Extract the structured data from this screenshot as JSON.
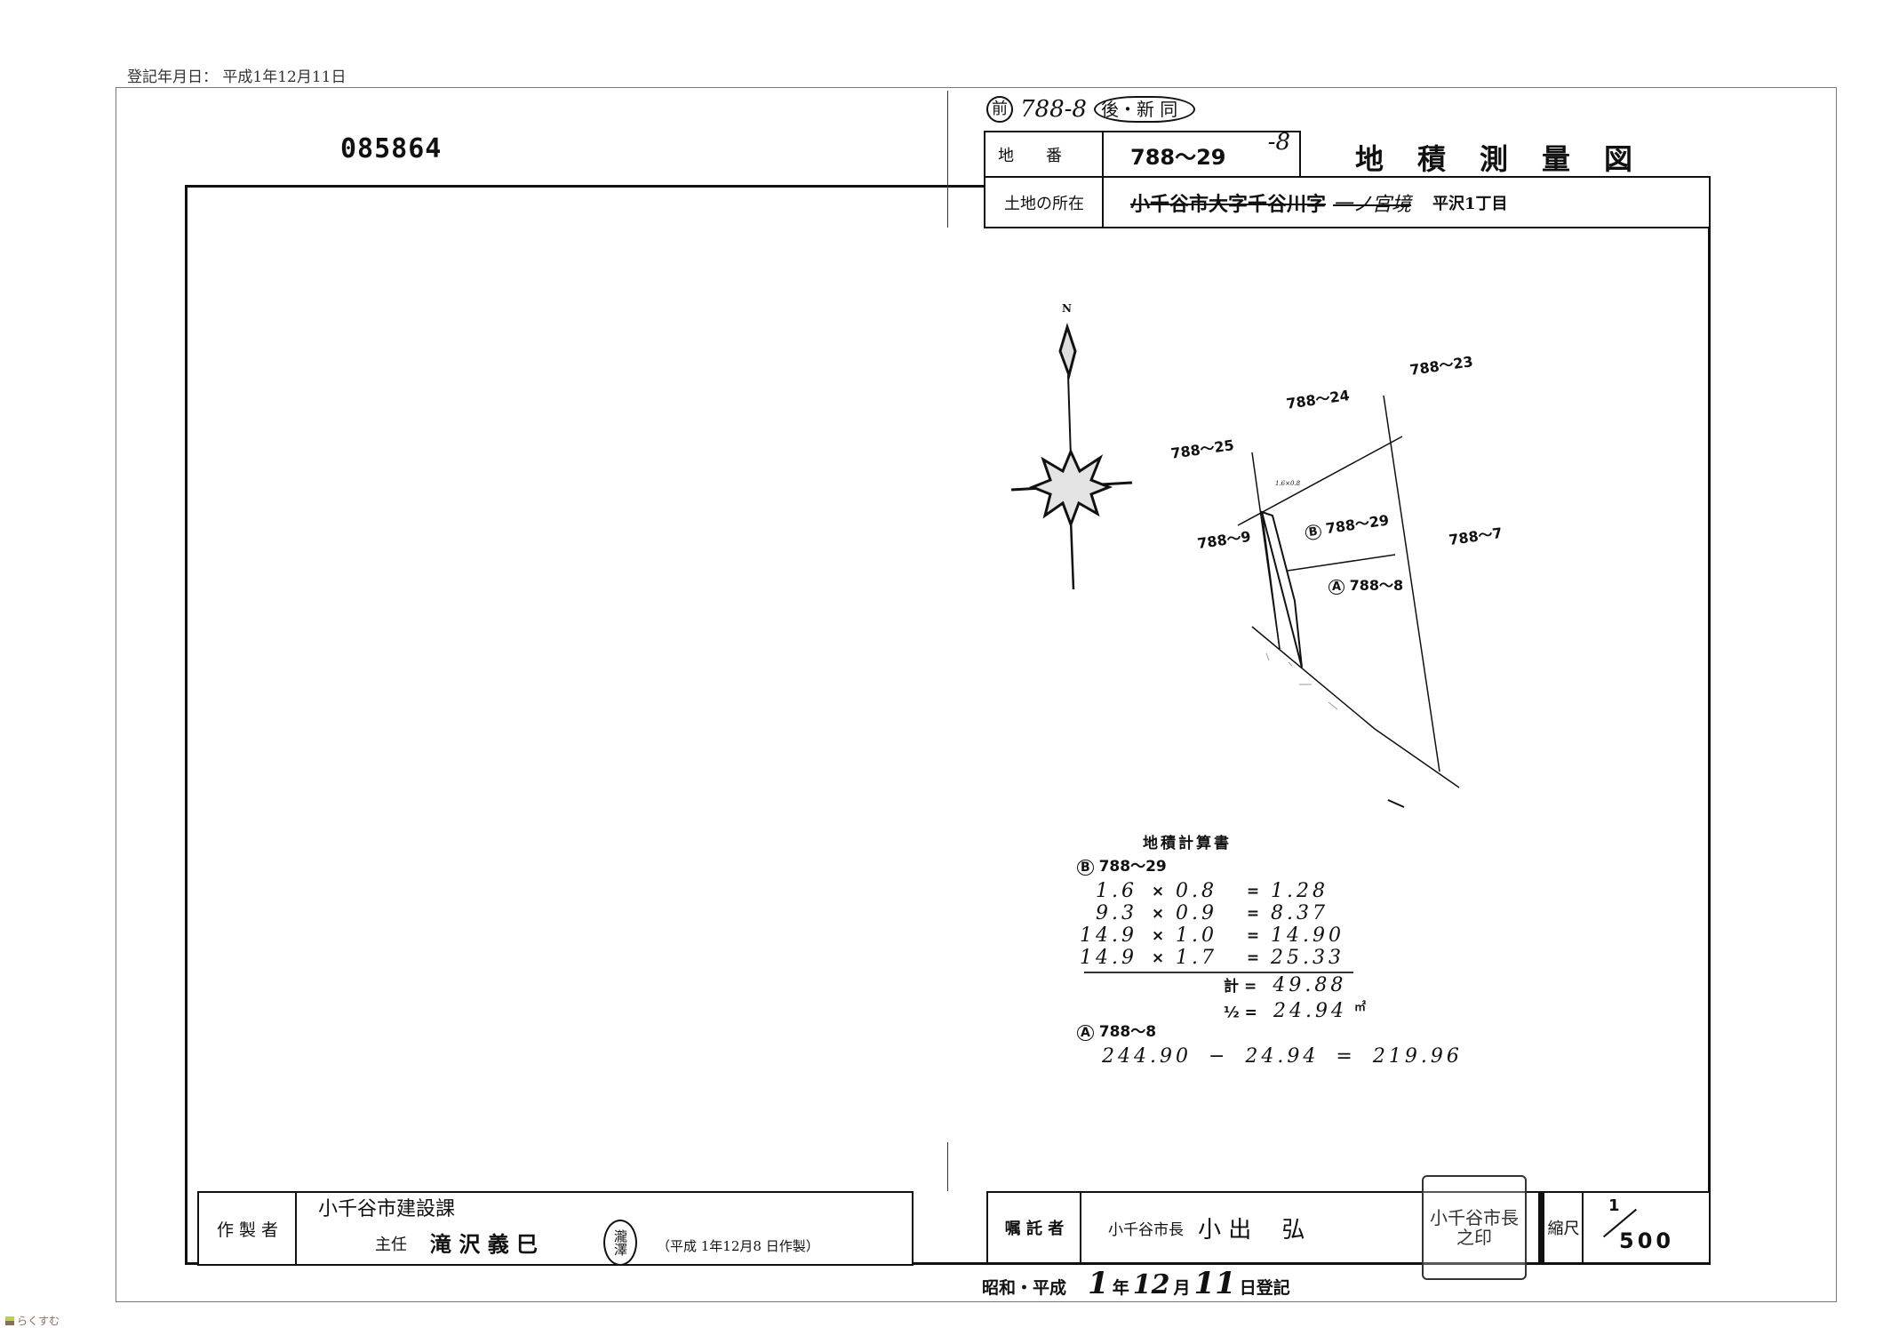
{
  "header": {
    "registration_date": "登記年月日： 平成1年12月11日"
  },
  "document_number": "085864",
  "top_annotation": {
    "before_label": "前",
    "before_value": "788-8",
    "after_label": "後・新 同"
  },
  "table": {
    "lot_label": "地　　番",
    "lot_value": "788～29",
    "lot_suffix": "-8",
    "location_label": "土地の所在",
    "location_value": "小千谷市大字千谷川字",
    "location_strike_suffix": "一ノ宮境",
    "location_correction": "平沢1丁目"
  },
  "title": "地積測量図",
  "map": {
    "north_label": "N",
    "parcels": [
      "788～23",
      "788～24",
      "788～25",
      "788～9",
      "788～7"
    ],
    "parcel_b": {
      "mark": "B",
      "label": "788～29"
    },
    "parcel_a": {
      "mark": "A",
      "label": "788～8"
    },
    "dim_note": "1.6×0.8"
  },
  "calculation": {
    "title": "地積計算書",
    "b_mark": "B",
    "b_label": "788～29",
    "rows": [
      {
        "a": "1.6",
        "op": "×",
        "b": "0.8",
        "eq": "=",
        "r": "1.28"
      },
      {
        "a": "9.3",
        "op": "×",
        "b": "0.9",
        "eq": "=",
        "r": "8.37"
      },
      {
        "a": "14.9",
        "op": "×",
        "b": "1.0",
        "eq": "=",
        "r": "14.90"
      },
      {
        "a": "14.9",
        "op": "×",
        "b": "1.7",
        "eq": "=",
        "r": "25.33"
      }
    ],
    "total_label": "計",
    "total_value": "49.88",
    "half_label": "½",
    "half_value": "24.94",
    "unit": "㎡",
    "a_mark": "A",
    "a_label": "788～8",
    "final": {
      "v1": "244.90",
      "minus": "−",
      "v2": "24.94",
      "eq": "=",
      "result": "219.96"
    }
  },
  "maker": {
    "label": "作 製 者",
    "org": "小千谷市建設課",
    "role": "主任",
    "name": "滝 沢 義 巳",
    "seal": "瀧澤",
    "date": "（平成 1年12月8 日作製）"
  },
  "commissioner": {
    "label": "嘱 託 者",
    "title": "小千谷市長",
    "name": "小 出　 弘",
    "seal": "小千谷市長之印"
  },
  "scale": {
    "label": "縮尺",
    "numerator": "1",
    "denominator": "500"
  },
  "registration": {
    "era": "昭和・平成",
    "year": "1",
    "month": "12",
    "day": "11",
    "suffix_year": "年",
    "suffix_month": "月",
    "suffix": "日登記"
  },
  "footer_logo": "らくすむ"
}
